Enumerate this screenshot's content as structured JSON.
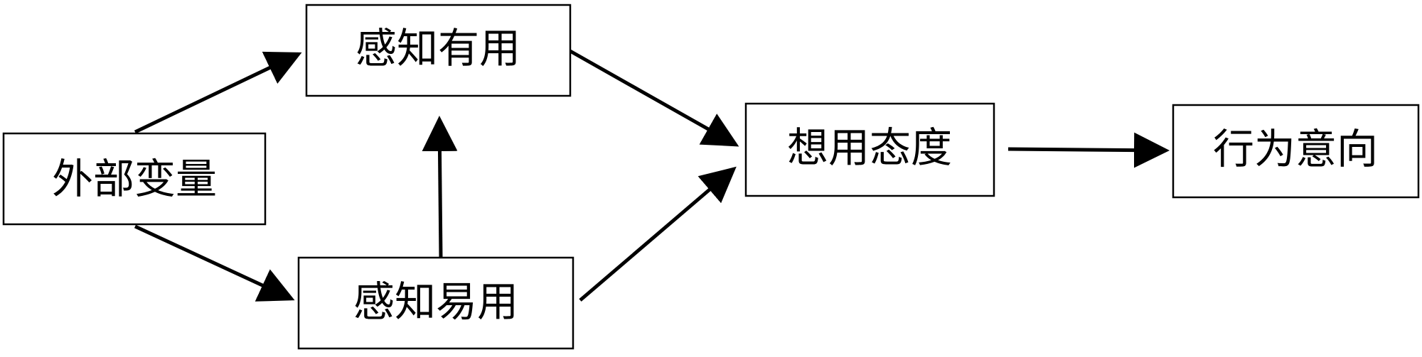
{
  "nodes": {
    "external_variables": "外部变量",
    "perceived_usefulness": "感知有用",
    "perceived_ease_of_use": "感知易用",
    "attitude_toward_using": "想用态度",
    "behavioral_intention": "行为意向"
  },
  "edges": [
    {
      "from": "external_variables",
      "to": "perceived_usefulness"
    },
    {
      "from": "external_variables",
      "to": "perceived_ease_of_use"
    },
    {
      "from": "perceived_ease_of_use",
      "to": "perceived_usefulness"
    },
    {
      "from": "perceived_usefulness",
      "to": "attitude_toward_using"
    },
    {
      "from": "perceived_ease_of_use",
      "to": "attitude_toward_using"
    },
    {
      "from": "attitude_toward_using",
      "to": "behavioral_intention"
    }
  ],
  "colors": {
    "stroke": "#000000",
    "background": "#ffffff"
  }
}
